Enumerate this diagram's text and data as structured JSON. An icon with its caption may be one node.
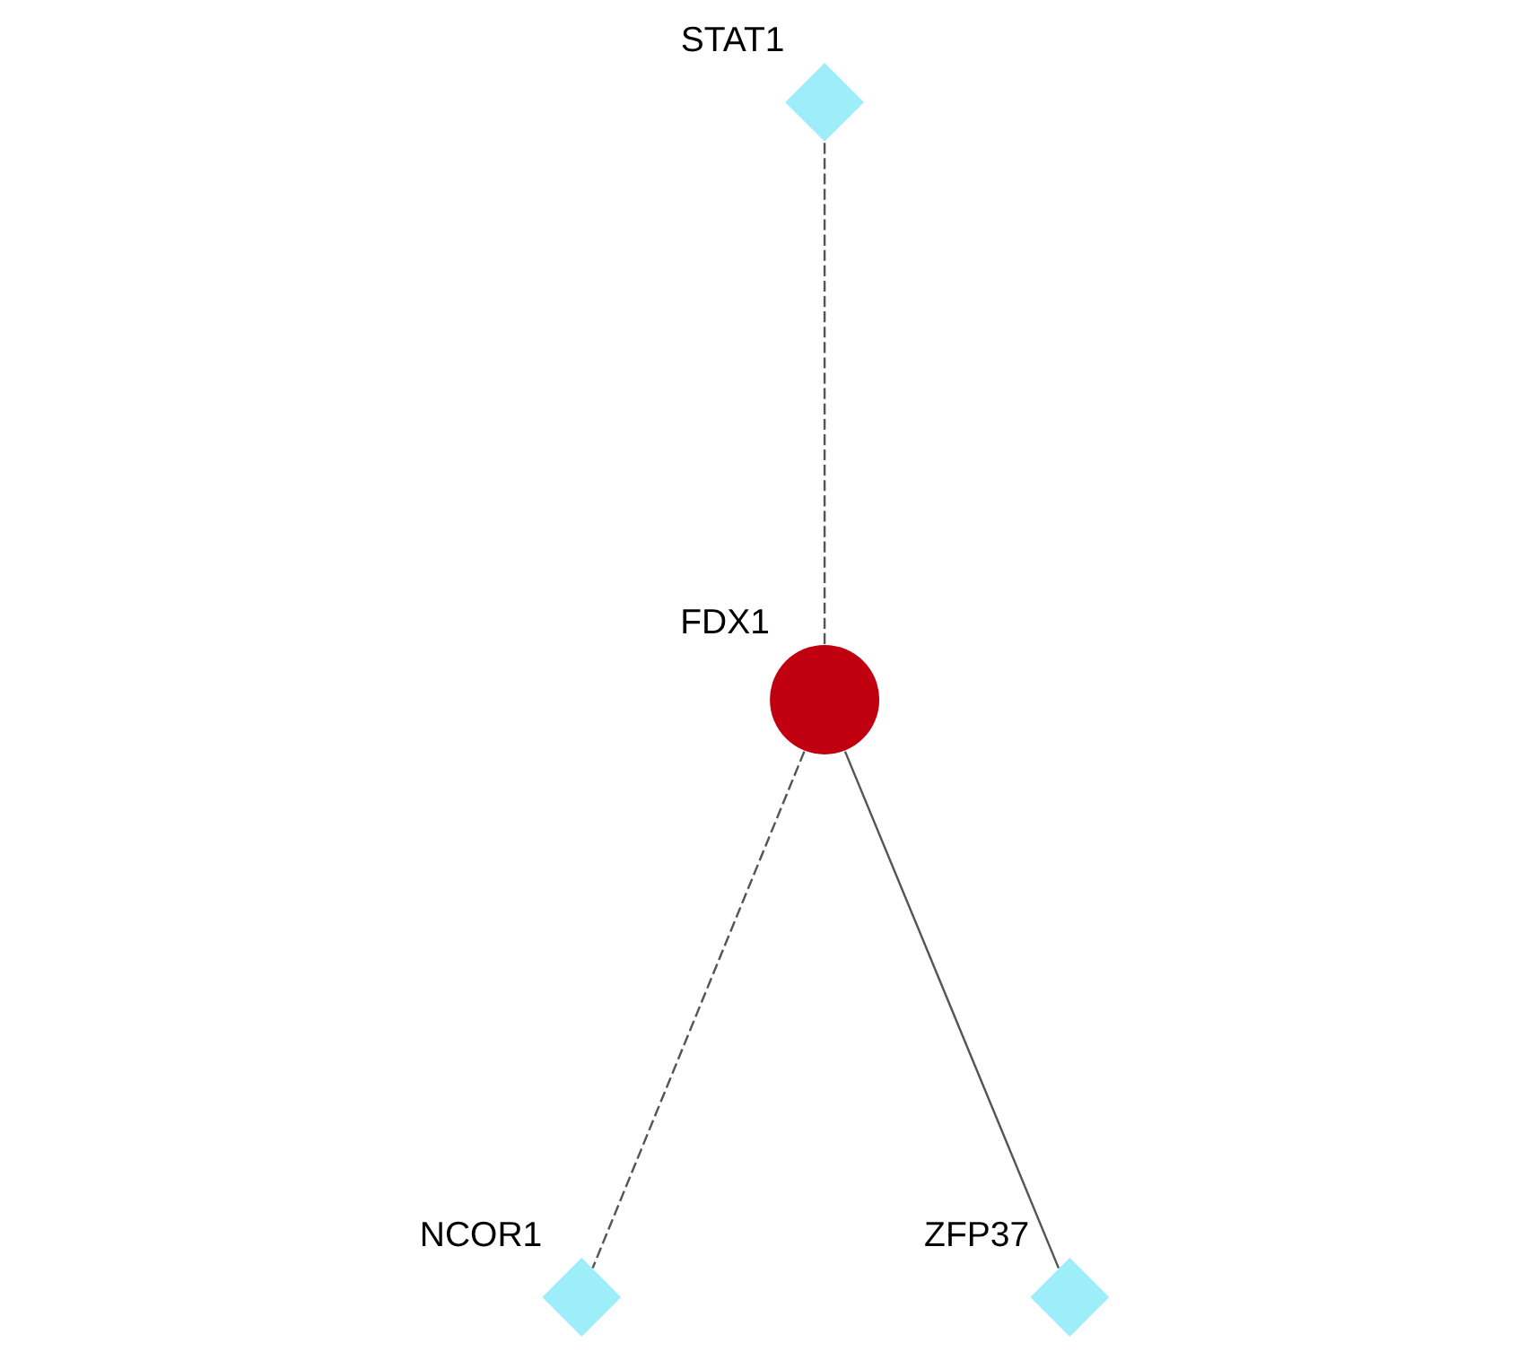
{
  "diagram": {
    "nodes": [
      {
        "text": [],
        "shape": "diamond",
        "beside": [
          "STAT1"
        ]
      },
      {
        "text": [],
        "shape": "circle",
        "beside": [
          "FDX1"
        ]
      },
      {
        "text": [],
        "shape": "diamond",
        "beside": [
          "NCOR1"
        ]
      },
      {
        "text": [],
        "shape": "diamond",
        "beside": [
          "ZFP37"
        ]
      }
    ],
    "edges": [
      {
        "from": 1,
        "to": 0,
        "arrow": "none",
        "style": "dashed"
      },
      {
        "from": 1,
        "to": 2,
        "arrow": "none",
        "style": "dashed"
      },
      {
        "from": 1,
        "to": 3,
        "arrow": "none"
      }
    ]
  }
}
